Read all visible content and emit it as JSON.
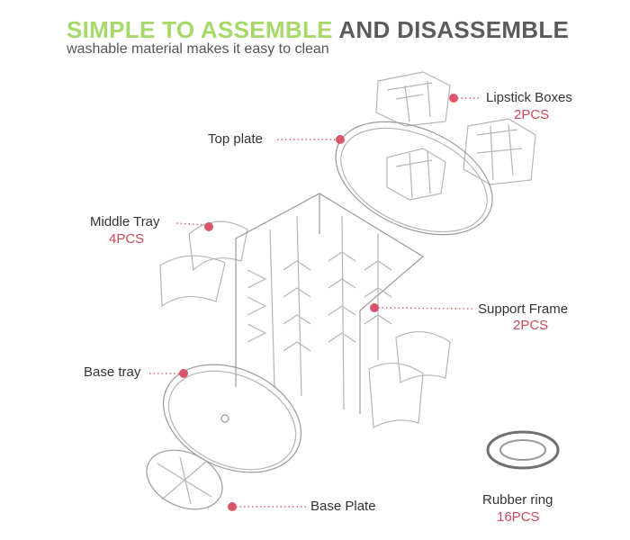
{
  "header": {
    "title_green": "SIMPLE TO ASSEMBLE",
    "title_gray": "AND DISASSEMBLE",
    "subtitle": "washable material makes it easy to clean"
  },
  "parts": {
    "lipstick_boxes": {
      "label": "Lipstick Boxes",
      "qty": "2PCS"
    },
    "top_plate": {
      "label": "Top plate"
    },
    "middle_tray": {
      "label": "Middle Tray",
      "qty": "4PCS"
    },
    "support_frame": {
      "label": "Support Frame",
      "qty": "2PCS"
    },
    "base_tray": {
      "label": "Base tray"
    },
    "base_plate": {
      "label": "Base Plate"
    },
    "rubber_ring": {
      "label": "Rubber ring",
      "qty": "16PCS"
    }
  },
  "colors": {
    "accent_green": "#a7d96a",
    "heading_gray": "#5b5b5b",
    "marker_red": "#d9566a",
    "qty_red": "#c84a59"
  }
}
